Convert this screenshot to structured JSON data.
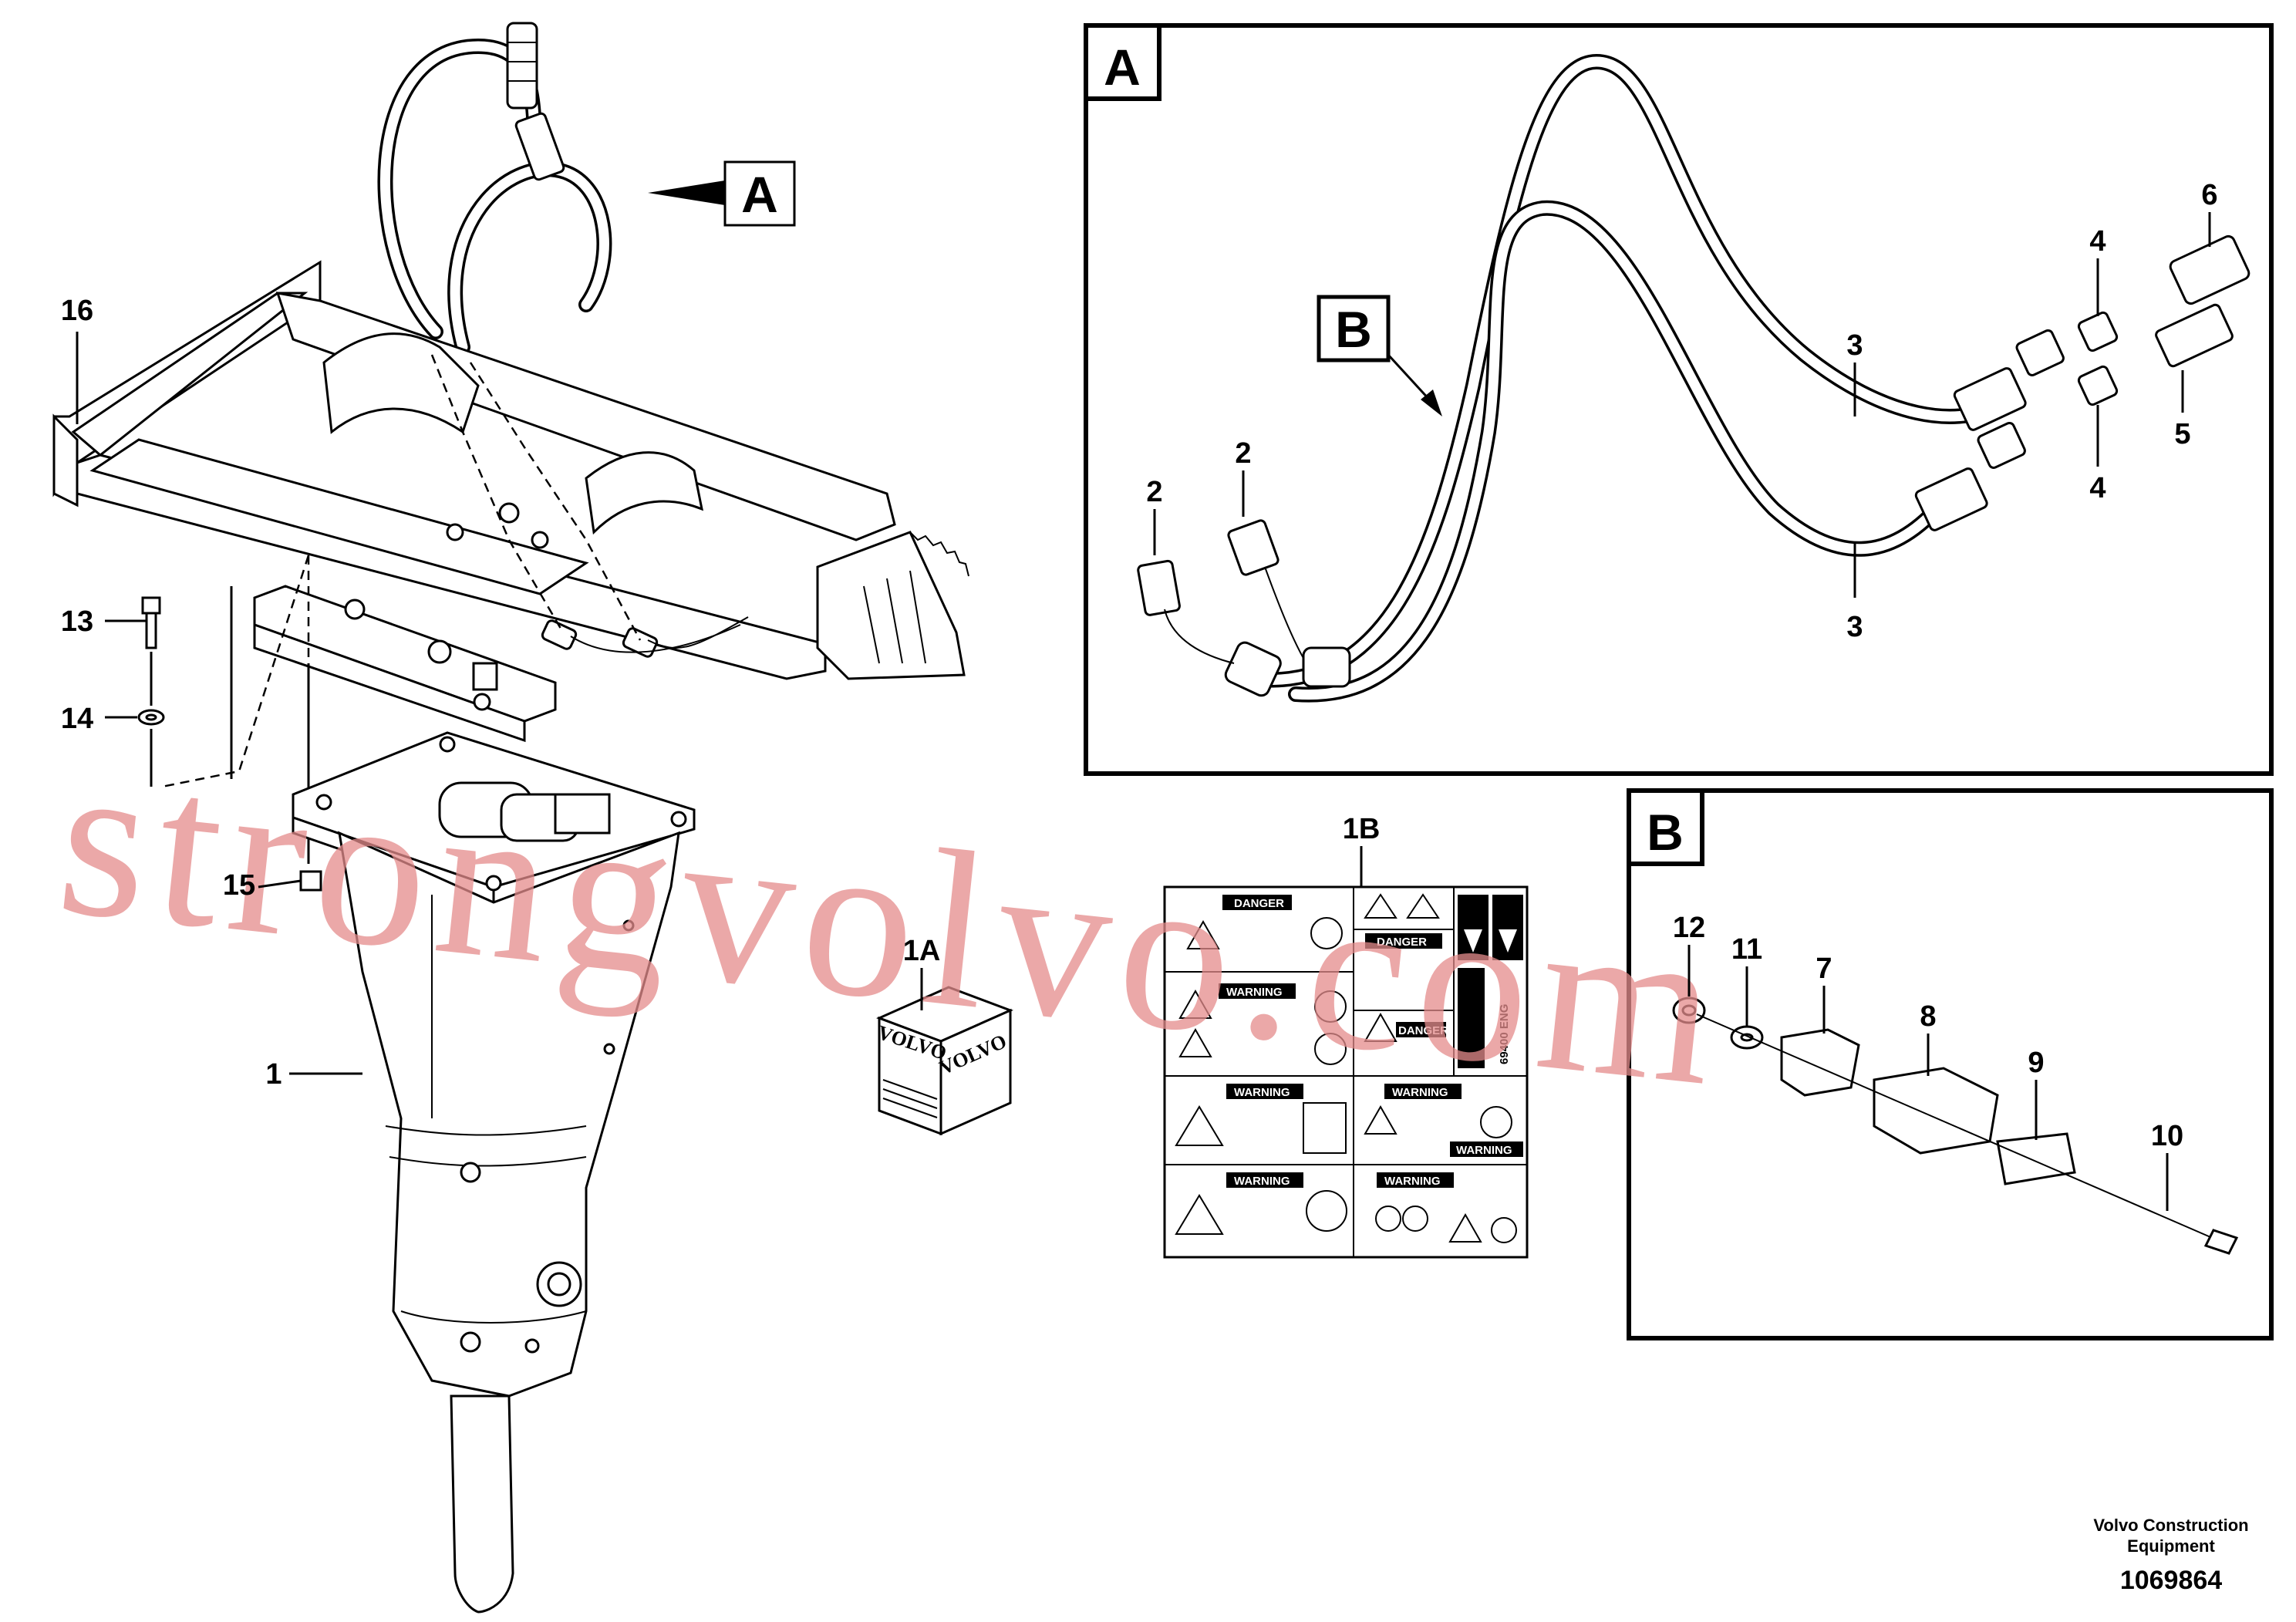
{
  "callouts": {
    "c1": "1",
    "c1A": "1A",
    "c1B": "1B",
    "c2a": "2",
    "c2b": "2",
    "c3a": "3",
    "c3b": "3",
    "c4a": "4",
    "c4b": "4",
    "c5": "5",
    "c6": "6",
    "c7": "7",
    "c8": "8",
    "c9": "9",
    "c10": "10",
    "c11": "11",
    "c12": "12",
    "c13": "13",
    "c14": "14",
    "c15": "15",
    "c16": "16"
  },
  "detail_labels": {
    "main_a": "A",
    "main_b": "B",
    "box_a": "A",
    "box_b": "B"
  },
  "kit_box": {
    "brand_1": "VOLVO",
    "brand_2": "VOLVO"
  },
  "decal_sheet": {
    "danger_1": "DANGER",
    "danger_2": "DANGER",
    "danger_3": "DANGER",
    "warning_1": "WARNING",
    "warning_2": "WARNING",
    "warning_3": "WARNING",
    "warning_4": "WARNING",
    "warning_5": "WARNING",
    "warning_6": "WARNING",
    "code": "69400 ENG"
  },
  "footer": {
    "company_line1": "Volvo Construction",
    "company_line2": "Equipment",
    "drawing_number": "1069864"
  },
  "watermark": "strongvolvo.com"
}
